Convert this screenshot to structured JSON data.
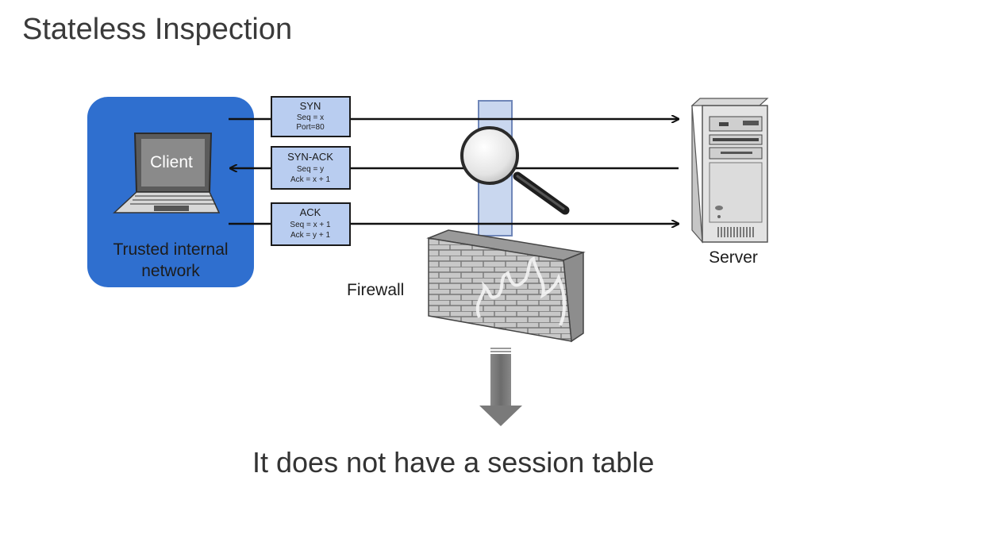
{
  "title": "Stateless Inspection",
  "client_label": "Client",
  "network_label": [
    "Trusted internal",
    "network"
  ],
  "packets": [
    {
      "name": "SYN",
      "lines": [
        "Seq = x",
        "Port=80"
      ],
      "direction": "to-server"
    },
    {
      "name": "SYN-ACK",
      "lines": [
        "Seq = y",
        "Ack = x + 1"
      ],
      "direction": "to-client"
    },
    {
      "name": "ACK",
      "lines": [
        "Seq = x + 1",
        "Ack = y + 1"
      ],
      "direction": "to-server"
    }
  ],
  "firewall_label": "Firewall",
  "server_label": "Server",
  "caption": "It does not have a session table",
  "colors": {
    "network_bg": "#2f6fcf",
    "packet_fill": "#b9cdf0",
    "packet_border": "#1a1a1a",
    "filter_fill": "#c9d7ef",
    "filter_border": "#6f86b8",
    "arrow_down": "#7a7a7a"
  },
  "icons": [
    "laptop-icon",
    "server-icon",
    "magnifier-icon",
    "firewall-wall-icon",
    "down-arrow-icon"
  ]
}
